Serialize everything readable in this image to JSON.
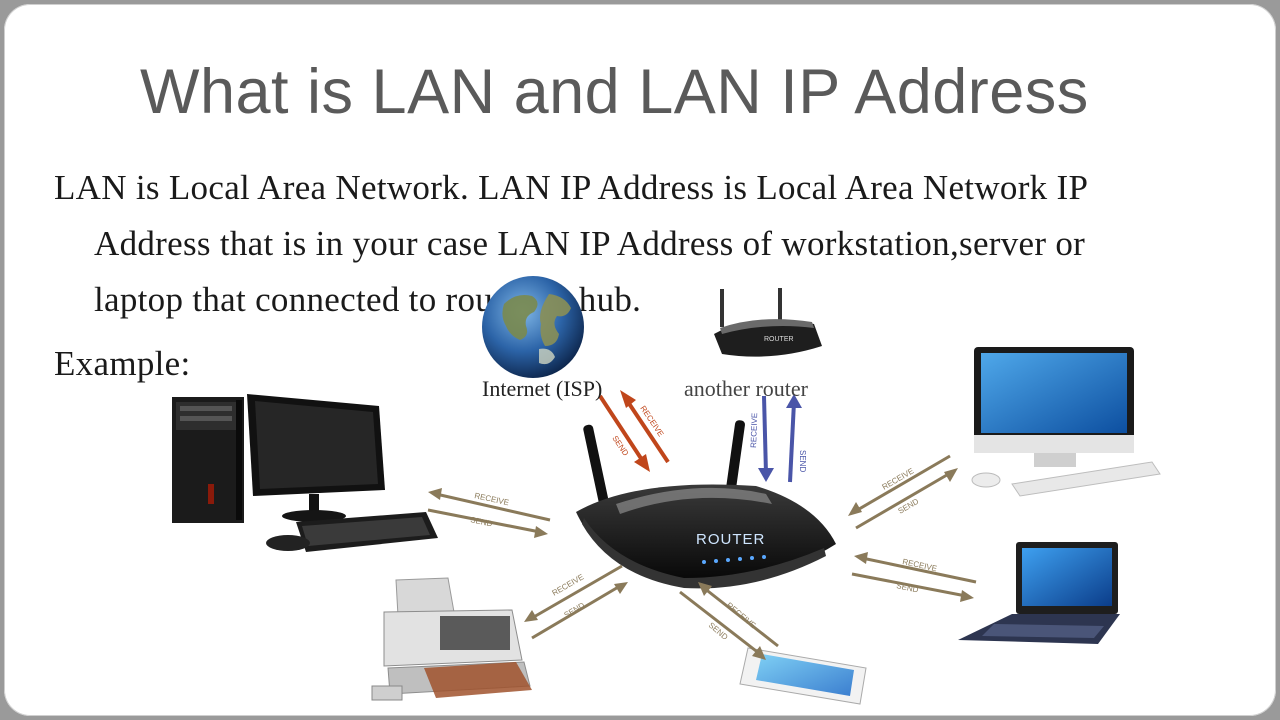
{
  "slide": {
    "title": "What is LAN and LAN IP Address",
    "body_line1": "LAN is Local Area Network. LAN IP Address is Local Area Network IP",
    "body_line2": "Address that is in your case LAN IP Address of workstation,server or",
    "body_line3": "laptop that connected to router or hub.",
    "example_label": "Example:"
  },
  "diagram": {
    "internet_label": "Internet (ISP)",
    "another_router_label": "another router",
    "router_label": "ROUTER",
    "receive_label": "RECEIVE",
    "send_label": "SEND"
  },
  "colors": {
    "title": "#5a5a5a",
    "isp_arrows": "#c0461b",
    "router_arrows": "#4a55a8",
    "device_arrows": "#8a7a5a"
  }
}
